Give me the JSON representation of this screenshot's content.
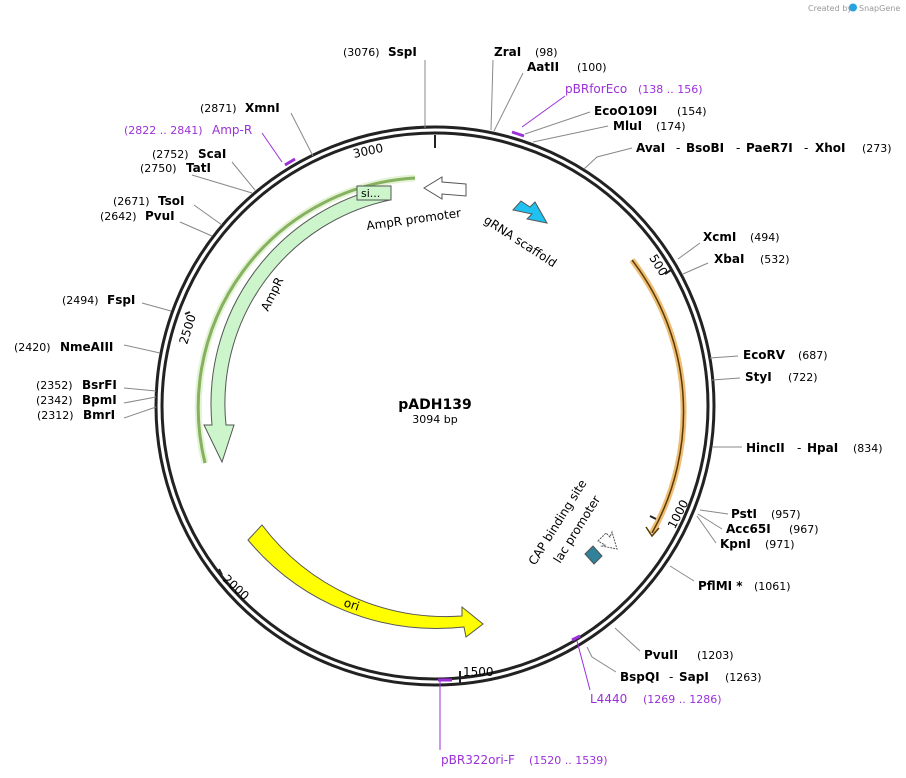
{
  "watermark": "Created by",
  "watermark_brand": "SnapGene",
  "plasmid": {
    "name": "pADH139",
    "length": "3094 bp"
  },
  "position_ticks": [
    "500",
    "1000",
    "1500",
    "2000",
    "2500",
    "3000"
  ],
  "restriction_sites": [
    {
      "name": "SspI",
      "pos": "(3076)"
    },
    {
      "name": "ZraI",
      "pos": "(98)"
    },
    {
      "name": "AatII",
      "pos": "(100)"
    },
    {
      "name": "EcoO109I",
      "pos": "(154)"
    },
    {
      "name": "MluI",
      "pos": "(174)"
    },
    {
      "name": "AvaI",
      "name2": "BsoBI",
      "name3": "PaeR7I",
      "name4": "XhoI",
      "pos": "(273)"
    },
    {
      "name": "XcmI",
      "pos": "(494)"
    },
    {
      "name": "XbaI",
      "pos": "(532)"
    },
    {
      "name": "EcoRV",
      "pos": "(687)"
    },
    {
      "name": "StyI",
      "pos": "(722)"
    },
    {
      "name": "HincII",
      "name2": "HpaI",
      "pos": "(834)"
    },
    {
      "name": "PstI",
      "pos": "(957)"
    },
    {
      "name": "Acc65I",
      "pos": "(967)"
    },
    {
      "name": "KpnI",
      "pos": "(971)"
    },
    {
      "name": "PflMI *",
      "pos": "(1061)"
    },
    {
      "name": "PvuII",
      "pos": "(1203)"
    },
    {
      "name": "BspQI",
      "name2": "SapI",
      "pos": "(1263)"
    },
    {
      "name": "XmnI",
      "pos": "(2871)"
    },
    {
      "name": "ScaI",
      "pos": "(2752)"
    },
    {
      "name": "TatI",
      "pos": "(2750)"
    },
    {
      "name": "TsoI",
      "pos": "(2671)"
    },
    {
      "name": "PvuI",
      "pos": "(2642)"
    },
    {
      "name": "FspI",
      "pos": "(2494)"
    },
    {
      "name": "NmeAIII",
      "pos": "(2420)"
    },
    {
      "name": "BsrFI",
      "pos": "(2352)"
    },
    {
      "name": "BpmI",
      "pos": "(2342)"
    },
    {
      "name": "BmrI",
      "pos": "(2312)"
    }
  ],
  "primers": [
    {
      "name": "pBRforEco",
      "pos": "(138 .. 156)"
    },
    {
      "name": "Amp-R",
      "pos": "(2822 .. 2841)"
    },
    {
      "name": "L4440",
      "pos": "(1269 .. 1286)"
    },
    {
      "name": "pBR322ori-F",
      "pos": "(1520 .. 1539)"
    }
  ],
  "features": {
    "gRNA": "gRNA scaffold",
    "ampr_promoter": "AmpR promoter",
    "signal": "si...",
    "ampr": "AmpR",
    "ori": "ori",
    "cap": "CAP binding site",
    "lac": "lac promoter"
  },
  "colors": {
    "backbone": "#222222",
    "ampr_fill": "#ccf5cc",
    "ampr_highlight": "#2d6b00",
    "ori_fill": "#ffff00",
    "orf_highlight": "#e8a33c",
    "gRNA_fill": "#1fc1f0",
    "cap_fill": "#2f8299",
    "primer": "#9b30d9"
  }
}
